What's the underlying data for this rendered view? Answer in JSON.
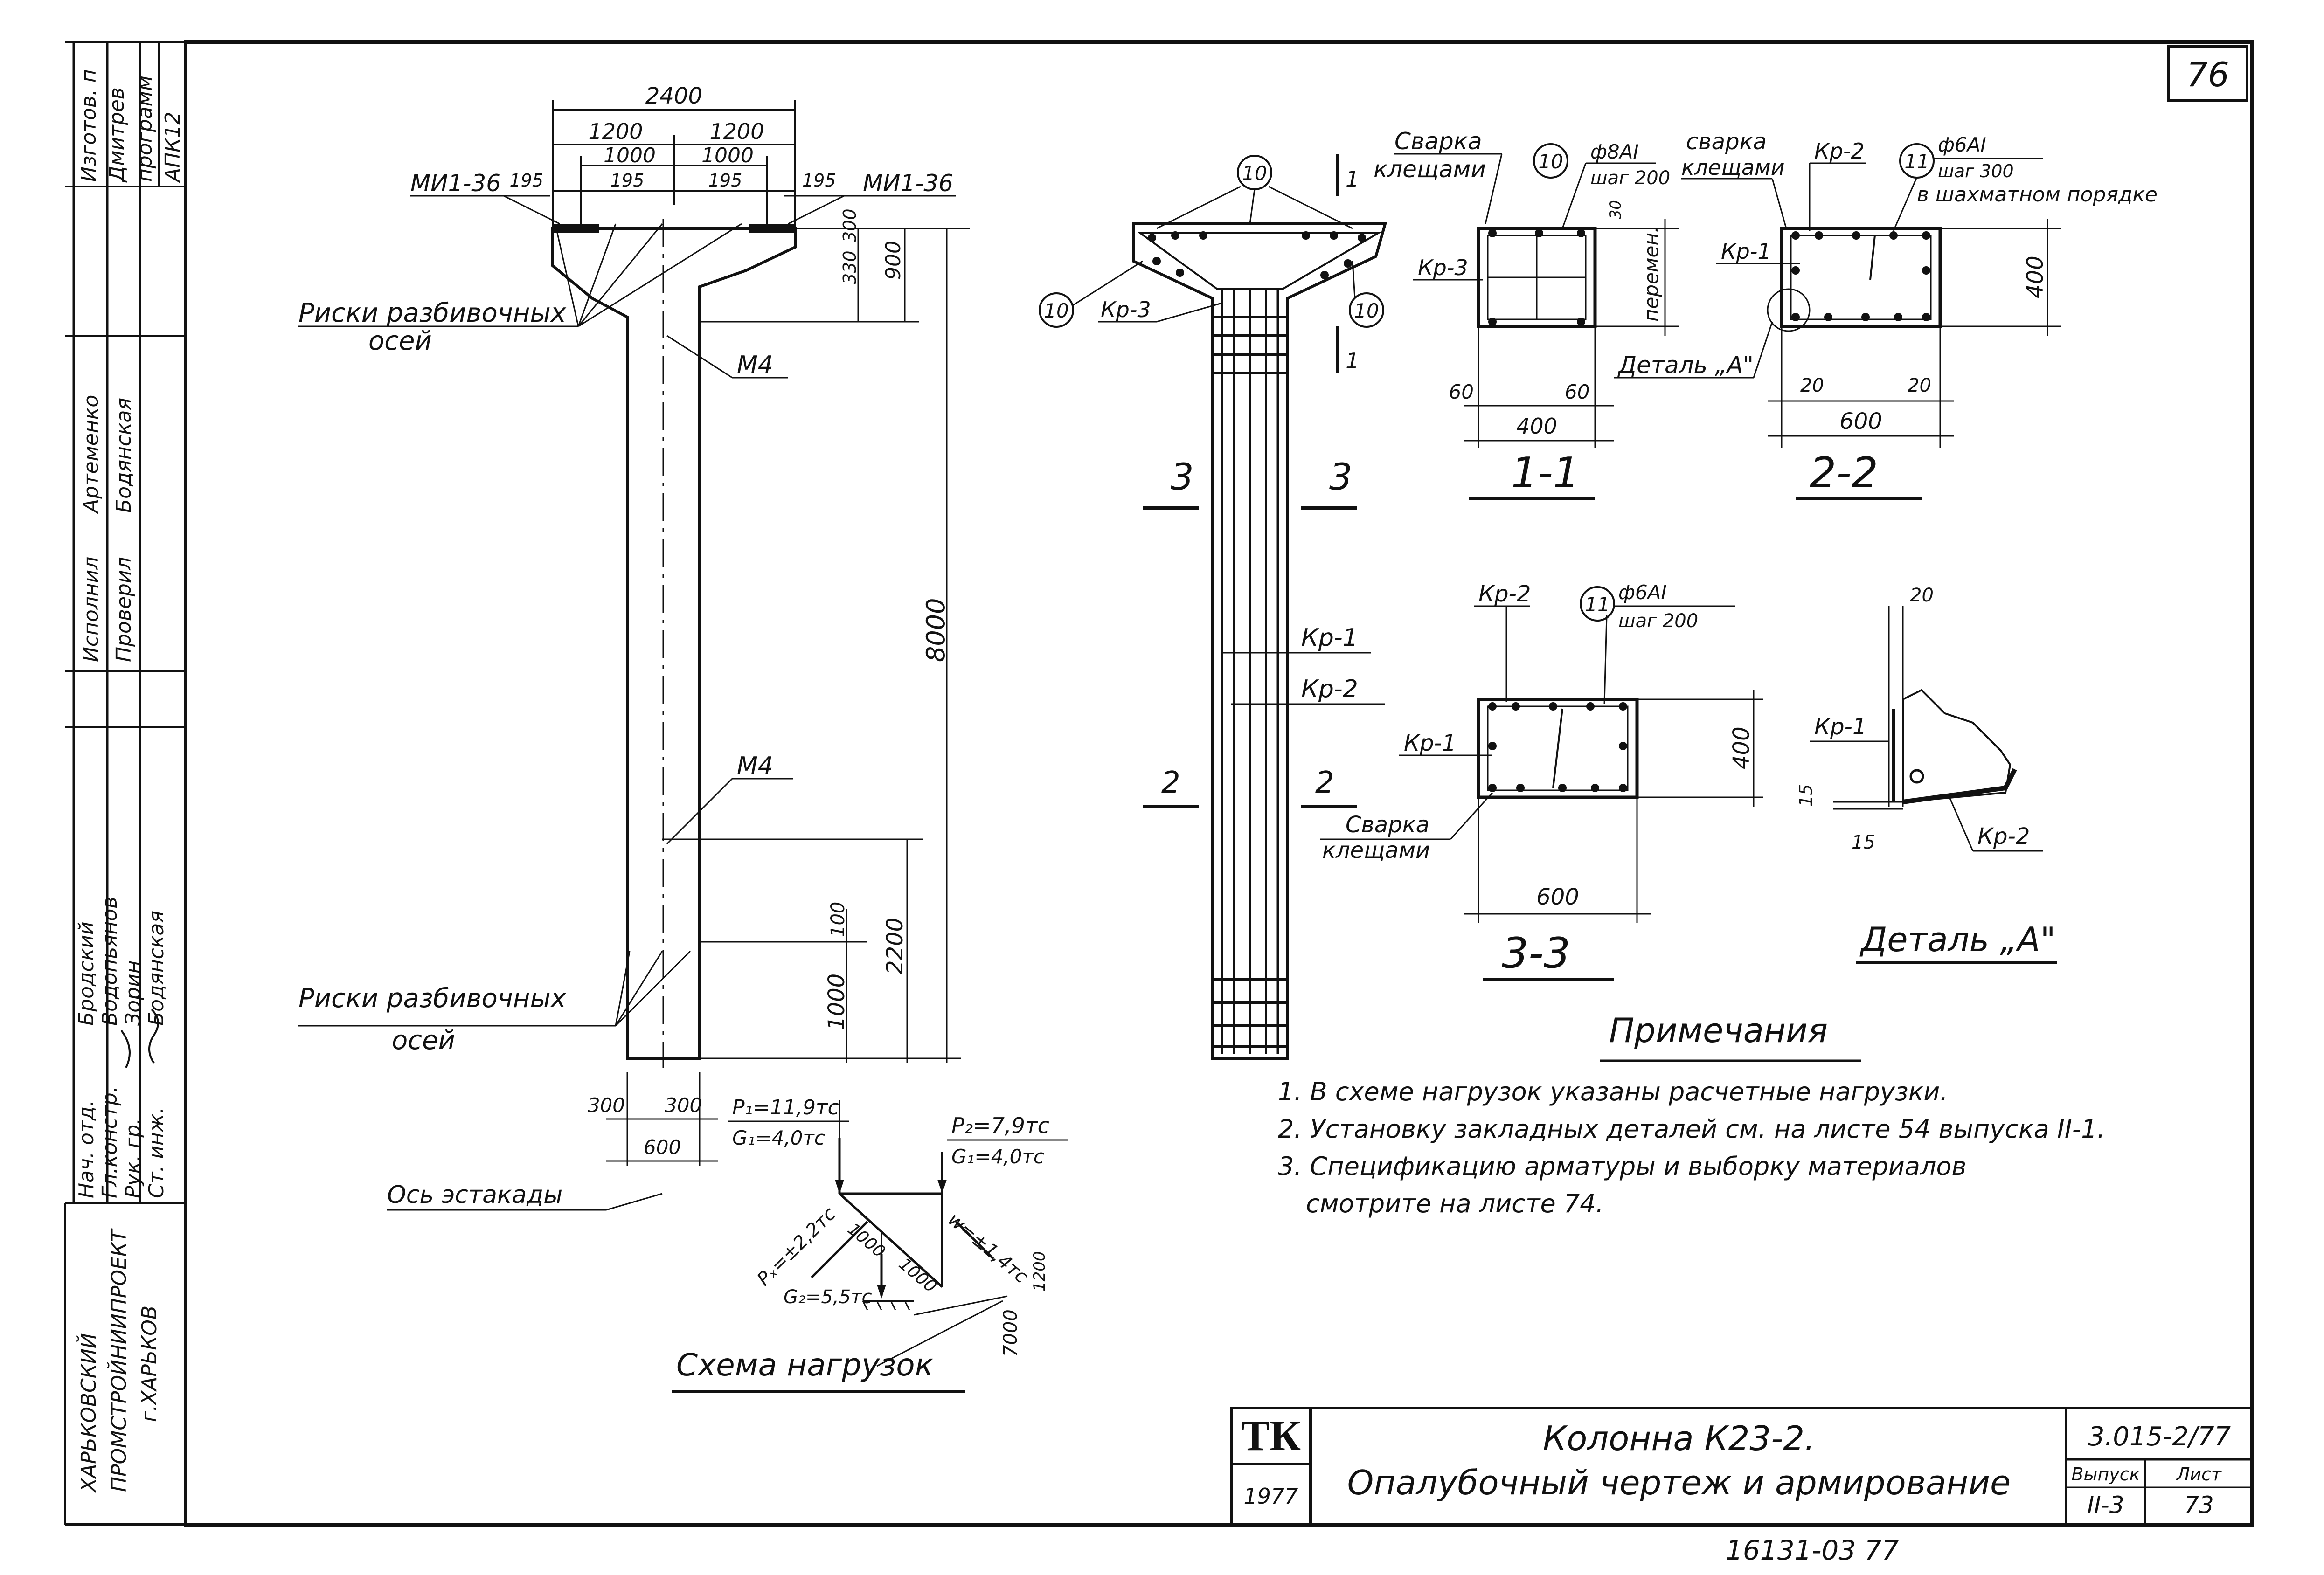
{
  "sheet_number": "76",
  "title_block": {
    "tk_logo": "ТК",
    "year": "1977",
    "title_line1": "Колонна К23-2.",
    "title_line2": "Опалубочный чертеж и армирование",
    "series_code": "3.015-2/77",
    "vypusk_label": "Выпуск",
    "vypusk_value": "II-3",
    "list_label": "Лист",
    "list_value": "73"
  },
  "inventory_number": "16131-03 77",
  "organization": {
    "name_line1": "ХАРЬКОВСКИЙ",
    "name_line2": "ПРОМСТРОЙНИИПРОЕКТ",
    "city": "г.ХАРЬКОВ"
  },
  "side_stamp": {
    "roles": [
      "Нач. отд.",
      "Гл.констр.",
      "Рук. гр.",
      "Ст. инж."
    ],
    "names": [
      "Бродский",
      "Водопьянов",
      "Зорин",
      "Бодянская"
    ],
    "upper_roles": [
      "Исполнил",
      "Проверил"
    ],
    "upper_names": [
      "Артеменко",
      "Бодянская"
    ],
    "top_cells": [
      "Изготов. п",
      "Дмитрев",
      "программ",
      "АПК12"
    ]
  },
  "formwork_view": {
    "dim_total_width": "2400",
    "dim_half_left": "1200",
    "dim_half_right": "1200",
    "dim_inner_left": "1000",
    "dim_inner_right": "1000",
    "dim_195": [
      "195",
      "195",
      "195",
      "195"
    ],
    "embed_left": "МИ1-36",
    "embed_right": "МИ1-36",
    "dim_330": "330",
    "dim_300": "300",
    "dim_900": "900",
    "dim_8000": "8000",
    "dim_2200": "2200",
    "dim_100": "100",
    "dim_1000": "1000",
    "dim_bottom_300_left": "300",
    "dim_bottom_300_right": "300",
    "dim_bottom_600": "600",
    "embed_m4_top": "М4",
    "embed_m4_mid": "М4",
    "axis_marks_top_line1": "Риски разбивочных",
    "axis_marks_top_line2": "осей",
    "axis_marks_bottom_line1": "Риски разбивочных",
    "axis_marks_bottom_line2": "осей",
    "trestle_axis": "Ось эстакады"
  },
  "reinforcement_view": {
    "mark_10": "10",
    "kr3": "Кр-3",
    "cut_1": "1",
    "cut_3": "3",
    "cut_2": "2",
    "kr1": "Кр-1",
    "kr2": "Кр-2"
  },
  "section_1_1": {
    "label": "1-1",
    "weld_line1": "Сварка",
    "weld_line2": "клещами",
    "bar_mark": "10",
    "bar_spec": "ф8АI",
    "bar_step": "шаг 200",
    "kr3": "Кр-3",
    "dim_30": "30",
    "dim_variable": "перемен.",
    "dim_60_left": "60",
    "dim_60_right": "60",
    "dim_400": "400"
  },
  "section_2_2": {
    "label": "2-2",
    "weld_line1": "сварка",
    "weld_line2": "клещами",
    "kr2": "Кр-2",
    "kr1": "Кр-1",
    "bar_mark": "11",
    "bar_spec": "ф6АI",
    "bar_step": "шаг 300",
    "bar_note": "в шахматном порядке",
    "dim_400": "400",
    "dim_20_left": "20",
    "dim_20_right": "20",
    "dim_600": "600",
    "detail_ref": "Деталь „А\""
  },
  "section_3_3": {
    "label": "3-3",
    "kr2": "Кр-2",
    "kr1": "Кр-1",
    "bar_mark": "11",
    "bar_spec": "ф6АI",
    "bar_step": "шаг 200",
    "dim_400": "400",
    "dim_600": "600",
    "weld_line1": "Сварка",
    "weld_line2": "клещами"
  },
  "detail_a": {
    "label": "Деталь „А\"",
    "dim_20": "20",
    "kr1": "Кр-1",
    "kr2": "Кр-2",
    "dim_15_a": "15",
    "dim_15_b": "15"
  },
  "load_scheme": {
    "title": "Схема нагрузок",
    "p1": "P₁=11,9тс",
    "g1_left": "G₁=4,0тс",
    "p2": "P₂=7,9тс",
    "g1_right": "G₁=4,0тс",
    "px": "Pₓ=±2,2тс",
    "w": "w=±1,4тс",
    "g2": "G₂=5,5тс",
    "dim_1000_a": "1000",
    "dim_1000_b": "1000",
    "dim_1200": "1200",
    "dim_7000": "7000"
  },
  "notes": {
    "heading": "Примечания",
    "items": [
      "1. В схеме нагрузок указаны расчетные нагрузки.",
      "2. Установку закладных деталей см. на листе 54 выпуска II-1.",
      "3. Спецификацию арматуры и выборку материалов",
      "смотрите на листе 74."
    ]
  }
}
